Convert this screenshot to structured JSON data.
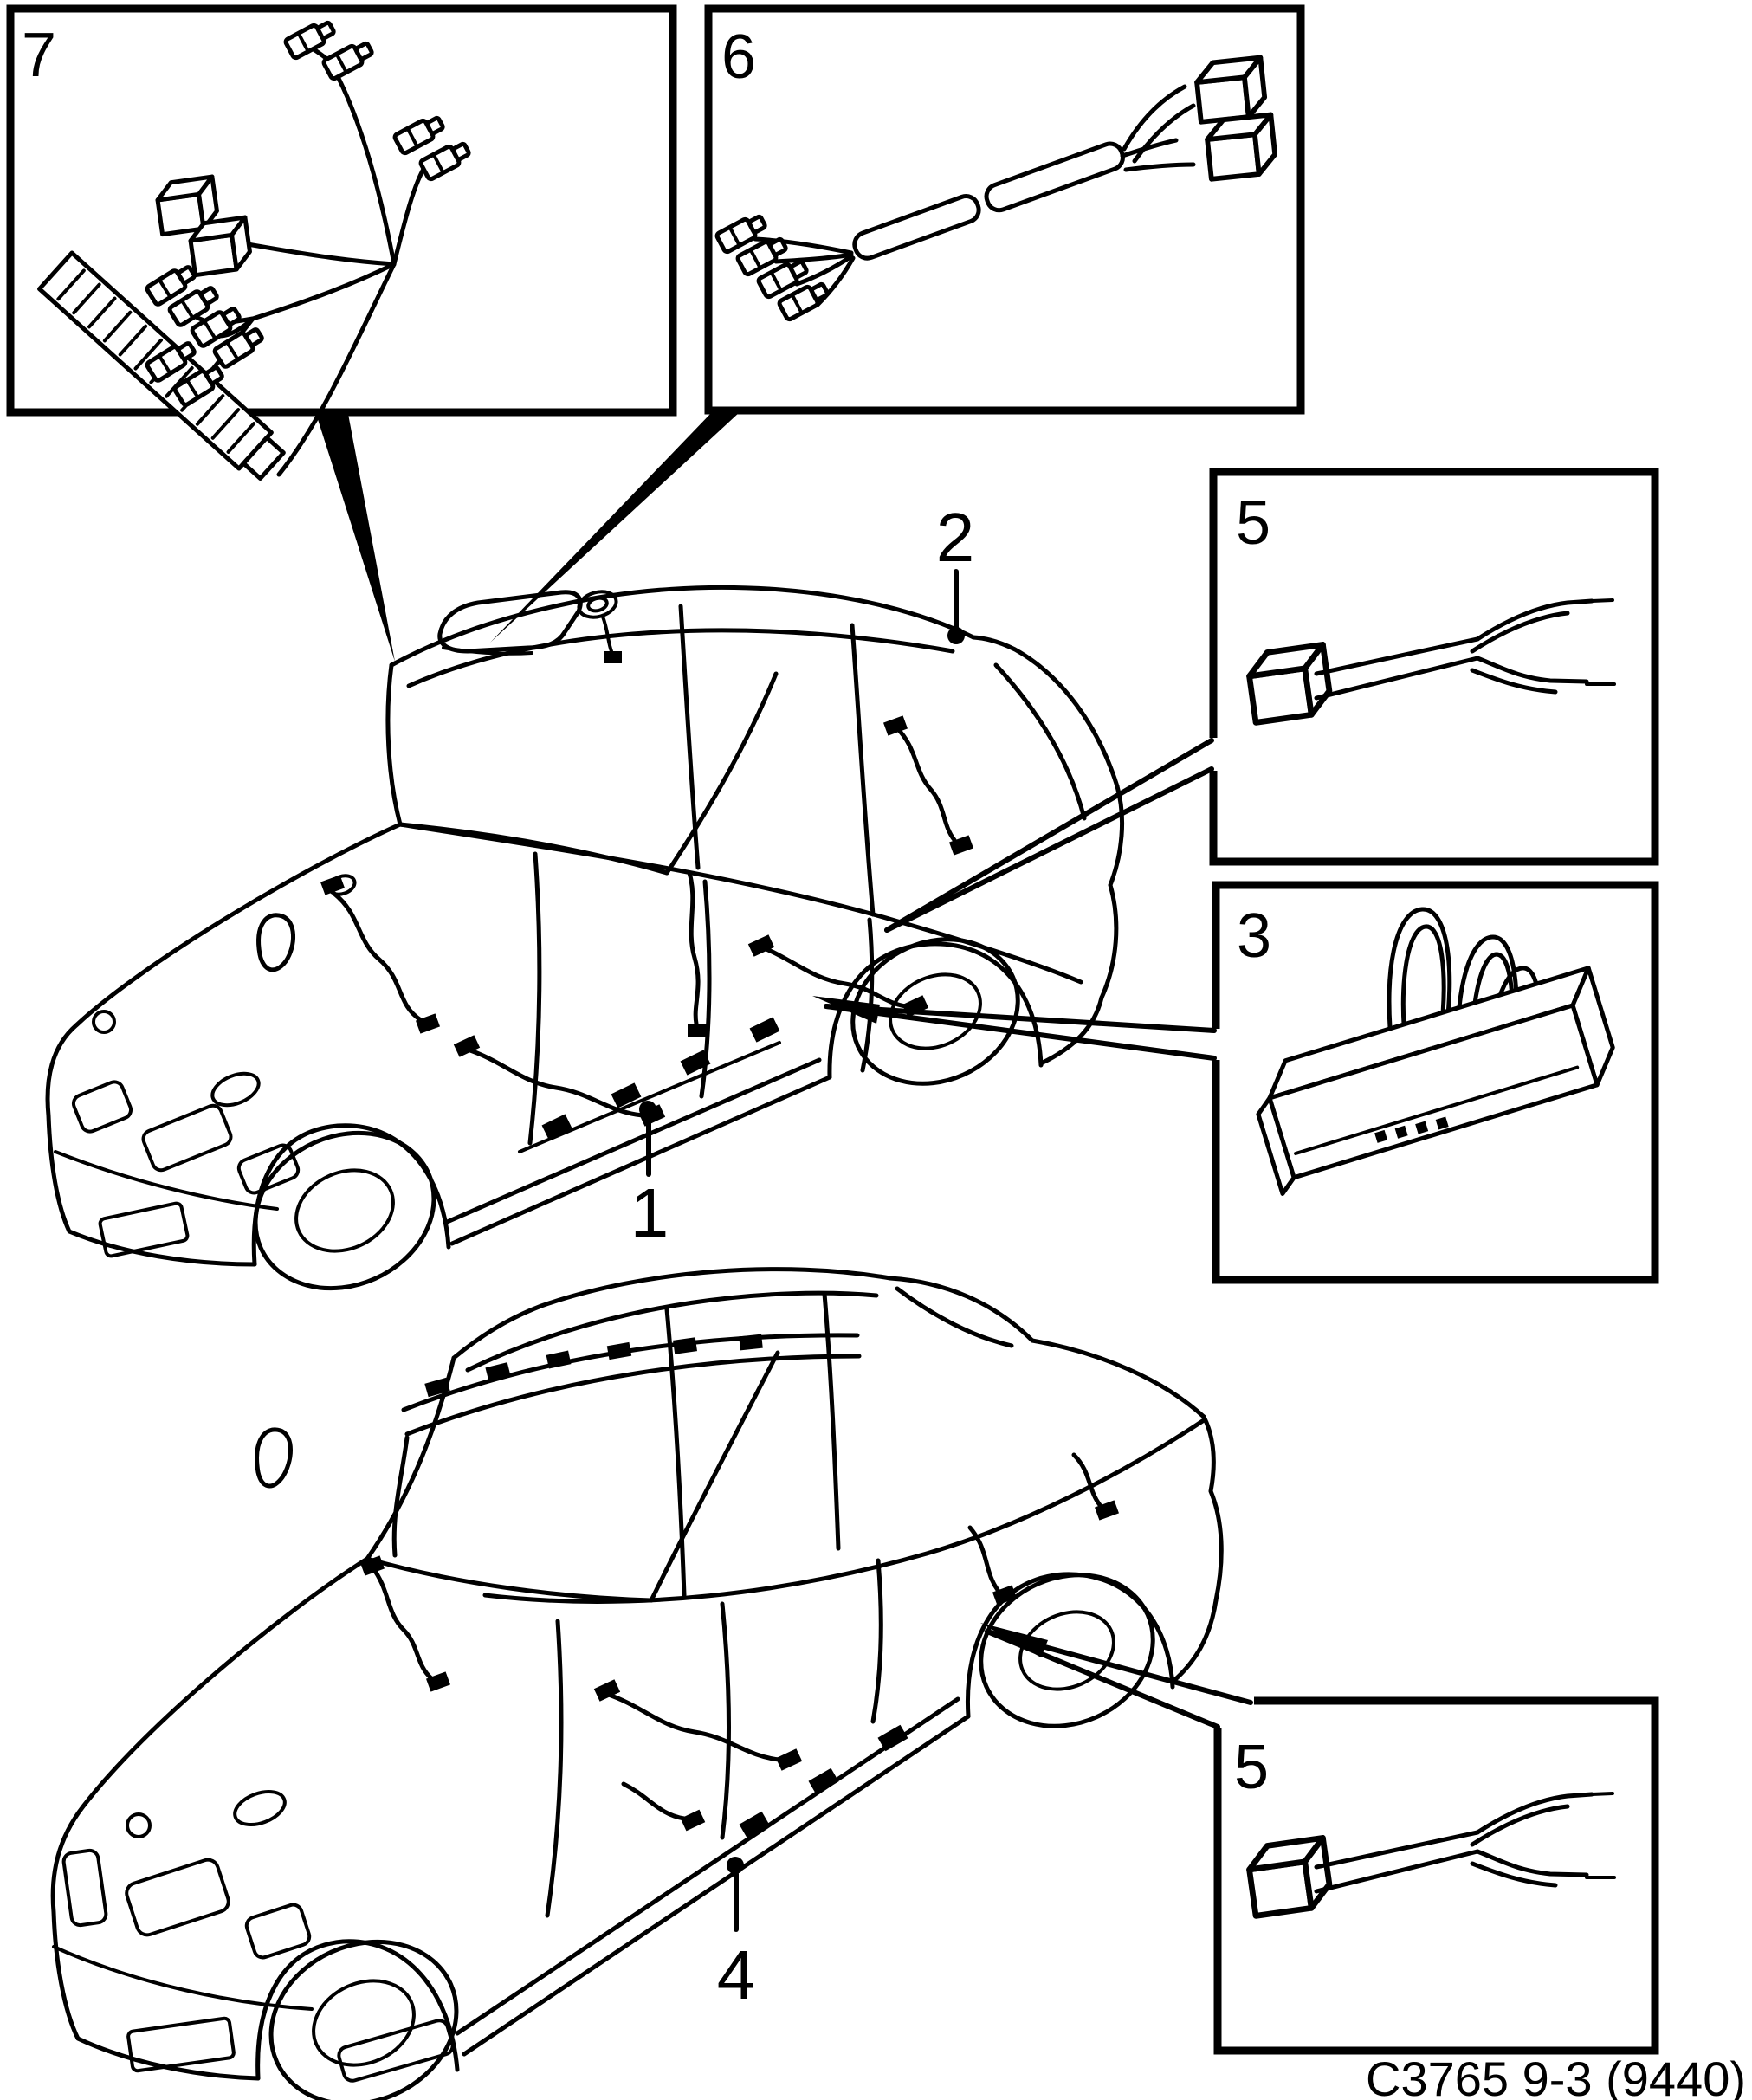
{
  "figure": {
    "caption": "C3765 9-3 (9440)",
    "line_color": "#000000",
    "background_color": "#ffffff"
  },
  "part_boxes": [
    {
      "id": "box-7",
      "number": "7",
      "icon": "wiring-harness-ribbed-strip-connector-drawing"
    },
    {
      "id": "box-6",
      "number": "6",
      "icon": "wiring-harness-sleeved-cable-two-plugs-drawing"
    },
    {
      "id": "box-5-top",
      "number": "5",
      "icon": "pigtail-lead-plug-housing-drawing"
    },
    {
      "id": "box-3",
      "number": "3",
      "icon": "sill-connector-block-looped-wires-drawing"
    },
    {
      "id": "box-5-bottom",
      "number": "5",
      "icon": "pigtail-lead-plug-housing-drawing"
    }
  ],
  "callouts": [
    {
      "id": "callout-2",
      "number": "2",
      "target": "five-door-car-rear-roof-harness"
    },
    {
      "id": "callout-1",
      "number": "1",
      "target": "five-door-car-sill-harness"
    },
    {
      "id": "callout-4",
      "number": "4",
      "target": "four-door-car-sill-harness"
    }
  ],
  "cars": [
    {
      "id": "car-top",
      "style": "five-door-hatchback-front-left-view"
    },
    {
      "id": "car-bottom",
      "style": "four-door-sedan-front-left-view"
    }
  ]
}
